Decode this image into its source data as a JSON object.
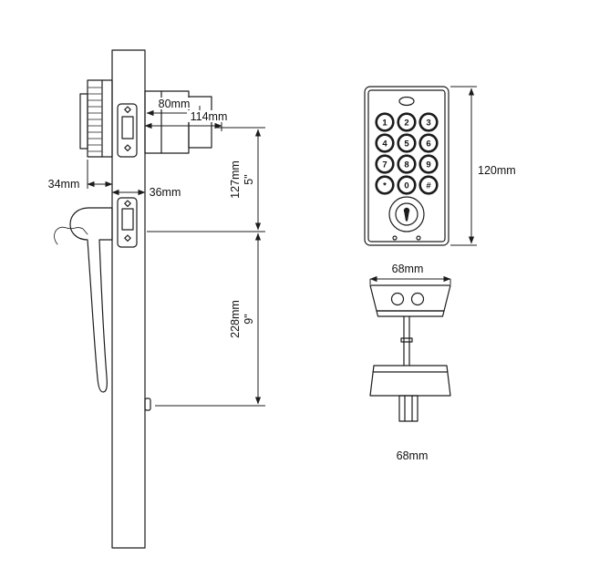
{
  "labels": {
    "latch_depth": "80mm",
    "latch_overall": "114mm",
    "lock_body_width": "34mm",
    "plate_width": "36mm",
    "upper_spacing_mm": "127mm",
    "upper_spacing_in": "5\"",
    "lower_spacing_mm": "228mm",
    "lower_spacing_in": "9\"",
    "keypad_height": "120mm",
    "interior_width_top": "68mm",
    "interior_width_bottom": "68mm"
  },
  "keypad": {
    "keys": [
      "1",
      "2",
      "3",
      "4",
      "5",
      "6",
      "7",
      "8",
      "9",
      "*",
      "0",
      "#"
    ]
  }
}
